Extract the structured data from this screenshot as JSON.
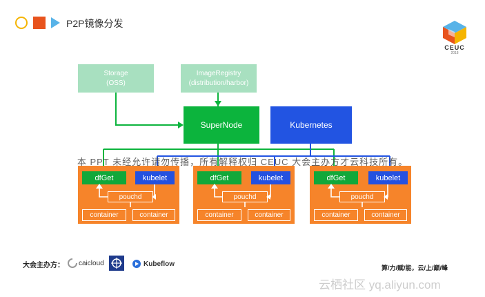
{
  "header": {
    "title": "P2P镜像分发"
  },
  "logo": {
    "text": "CEUC",
    "year": "2018"
  },
  "diagram": {
    "storage": {
      "line1": "Storage",
      "line2": "(OSS)"
    },
    "registry": {
      "line1": "ImageRegistry",
      "line2": "(distribution/harbor)"
    },
    "supernode": "SuperNode",
    "kubernetes": "Kubernetes",
    "nodes": [
      {
        "dfget": "dfGet",
        "kubelet": "kubelet",
        "pouchd": "pouchd",
        "container1": "container",
        "container2": "container"
      },
      {
        "dfget": "dfGet",
        "kubelet": "kubelet",
        "pouchd": "pouchd",
        "container1": "container",
        "container2": "container"
      },
      {
        "dfget": "dfGet",
        "kubelet": "kubelet",
        "pouchd": "pouchd",
        "container1": "container",
        "container2": "container"
      }
    ]
  },
  "watermark": "本 PPT 未经允许请勿传播，所有解释权归 CEUC 大会主办方才云科技所有。",
  "footer": {
    "organizer_label": "大会主办方：",
    "sponsors": [
      "caicloud",
      "Kubeflow"
    ],
    "slogan": "算/力/赋/能，云/上/巅/峰",
    "site": "云栖社区 yq.aliyun.com"
  },
  "colors": {
    "green": "#0cb43d",
    "blue": "#2254e2",
    "orange": "#f6842a",
    "light_green": "#a8e0c0"
  }
}
